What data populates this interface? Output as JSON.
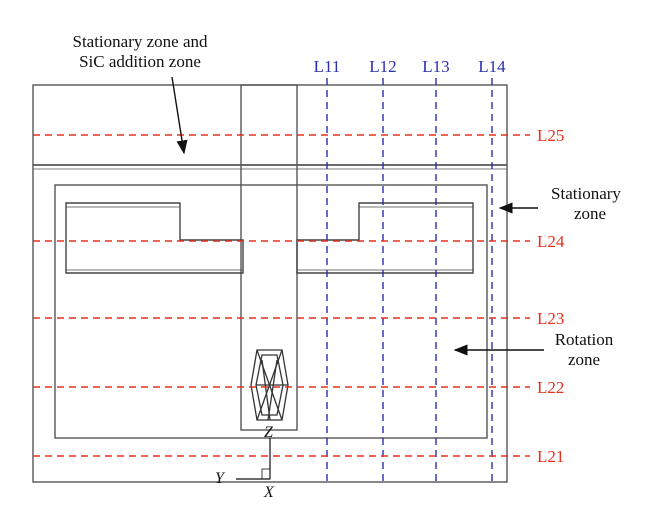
{
  "annotations": {
    "stationary_and_sic_line1": "Stationary zone and",
    "stationary_and_sic_line2": "SiC addition zone",
    "stationary_line1": "Stationary",
    "stationary_line2": "zone",
    "rotation_line1": "Rotation",
    "rotation_line2": "zone"
  },
  "vertical_lines": [
    {
      "label": "L11"
    },
    {
      "label": "L12"
    },
    {
      "label": "L13"
    },
    {
      "label": "L14"
    }
  ],
  "horizontal_lines": [
    {
      "label": "L25"
    },
    {
      "label": "L24"
    },
    {
      "label": "L23"
    },
    {
      "label": "L22"
    },
    {
      "label": "L21"
    }
  ],
  "axes": {
    "z": "Z",
    "y": "Y",
    "x": "X"
  },
  "colors": {
    "horizontal_lines": "#e8301c",
    "vertical_lines": "#2b2fb0",
    "outline": "#555555"
  }
}
